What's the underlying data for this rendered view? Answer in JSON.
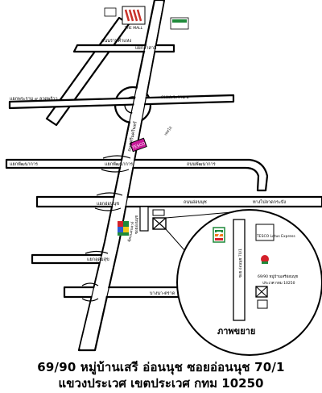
{
  "address": {
    "line1": "69/90 หมู่บ้านเสรี อ่อนนุช  ซอยอ่อนนุช 70/1",
    "line2": "แขวงประเวศ เขตประเวศ กทม 10250"
  },
  "landmarks": {
    "the_mall": "THE MALL",
    "tesco": "TESCO Lotus Express",
    "seven_eleven": "7-ELEVEN"
  },
  "roads": {
    "ramkhamhaeng_left": "ถนนรามคำแหง",
    "ramkhamhaeng_mid": "แยกลำสาลี",
    "rama9_left": "แยกพระราม ๙ ลาดพร้าว",
    "rama9_right": "ถนนพระราม ๙",
    "srinakarin": "ถนนศรีนครินทร์",
    "pattanakarn_left": "แยกพัฒนาการ",
    "pattanakarn_mid": "แยกพัฒนาการ",
    "pattanakarn_right": "ถนนพัฒนาการ",
    "onnut_mid": "ถนนอ่อนนุช",
    "onnut_left": "แยกอ่อนนุช",
    "onnut_right": "ทางไปลาดกระบัง",
    "soi_onnut": "ซอยอ่อนนุช",
    "udomsuk": "แยกอุดมสุข",
    "bangna": "บางนา-ตราด",
    "seacon": "ซีคอนสแควร์",
    "tesco_small": "เทสโก้"
  },
  "inset": {
    "title": "ภาพขยาย",
    "soi_label": "ซอย อ่อนนุช 70/1",
    "village_label_1": "69/90 หมู่บ้านเสรีอ่อนนุช",
    "village_label_2": "ประเวศ กทม 10250",
    "tesco_label": "TESCO Lotus Express"
  },
  "colors": {
    "seven_green": "#1f8a3a",
    "seven_orange": "#f07a1a",
    "seven_red": "#d4202a",
    "tesco_magenta": "#c81a9a",
    "mall_red": "#c8322a"
  }
}
